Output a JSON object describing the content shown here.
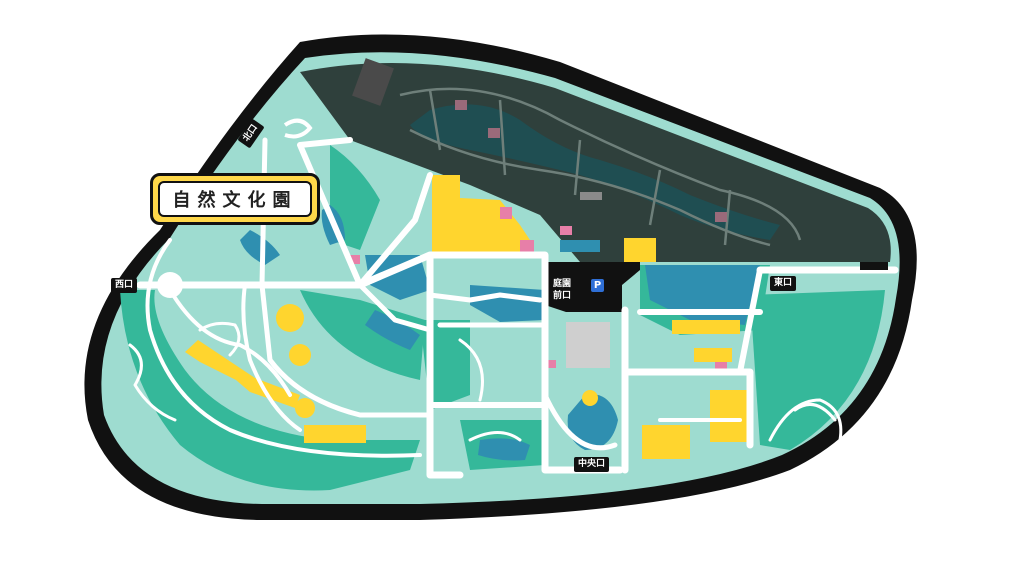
{
  "park": {
    "title": "自然文化園"
  },
  "gates": {
    "north": "北口",
    "west": "西口",
    "east": "東口",
    "center": "中央口",
    "garden_front_line1": "庭園",
    "garden_front_line2": "前口"
  },
  "icons": {
    "parking": "P"
  },
  "colors": {
    "outline": "#111111",
    "light_green": "#9edcd0",
    "mid_green": "#35b89a",
    "blue": "#2f8fb0",
    "yellow": "#ffd52e",
    "dark_zone": "#2f403c",
    "pink": "#e77fa8",
    "grey": "#cfcfcf",
    "road": "#ffffff"
  }
}
